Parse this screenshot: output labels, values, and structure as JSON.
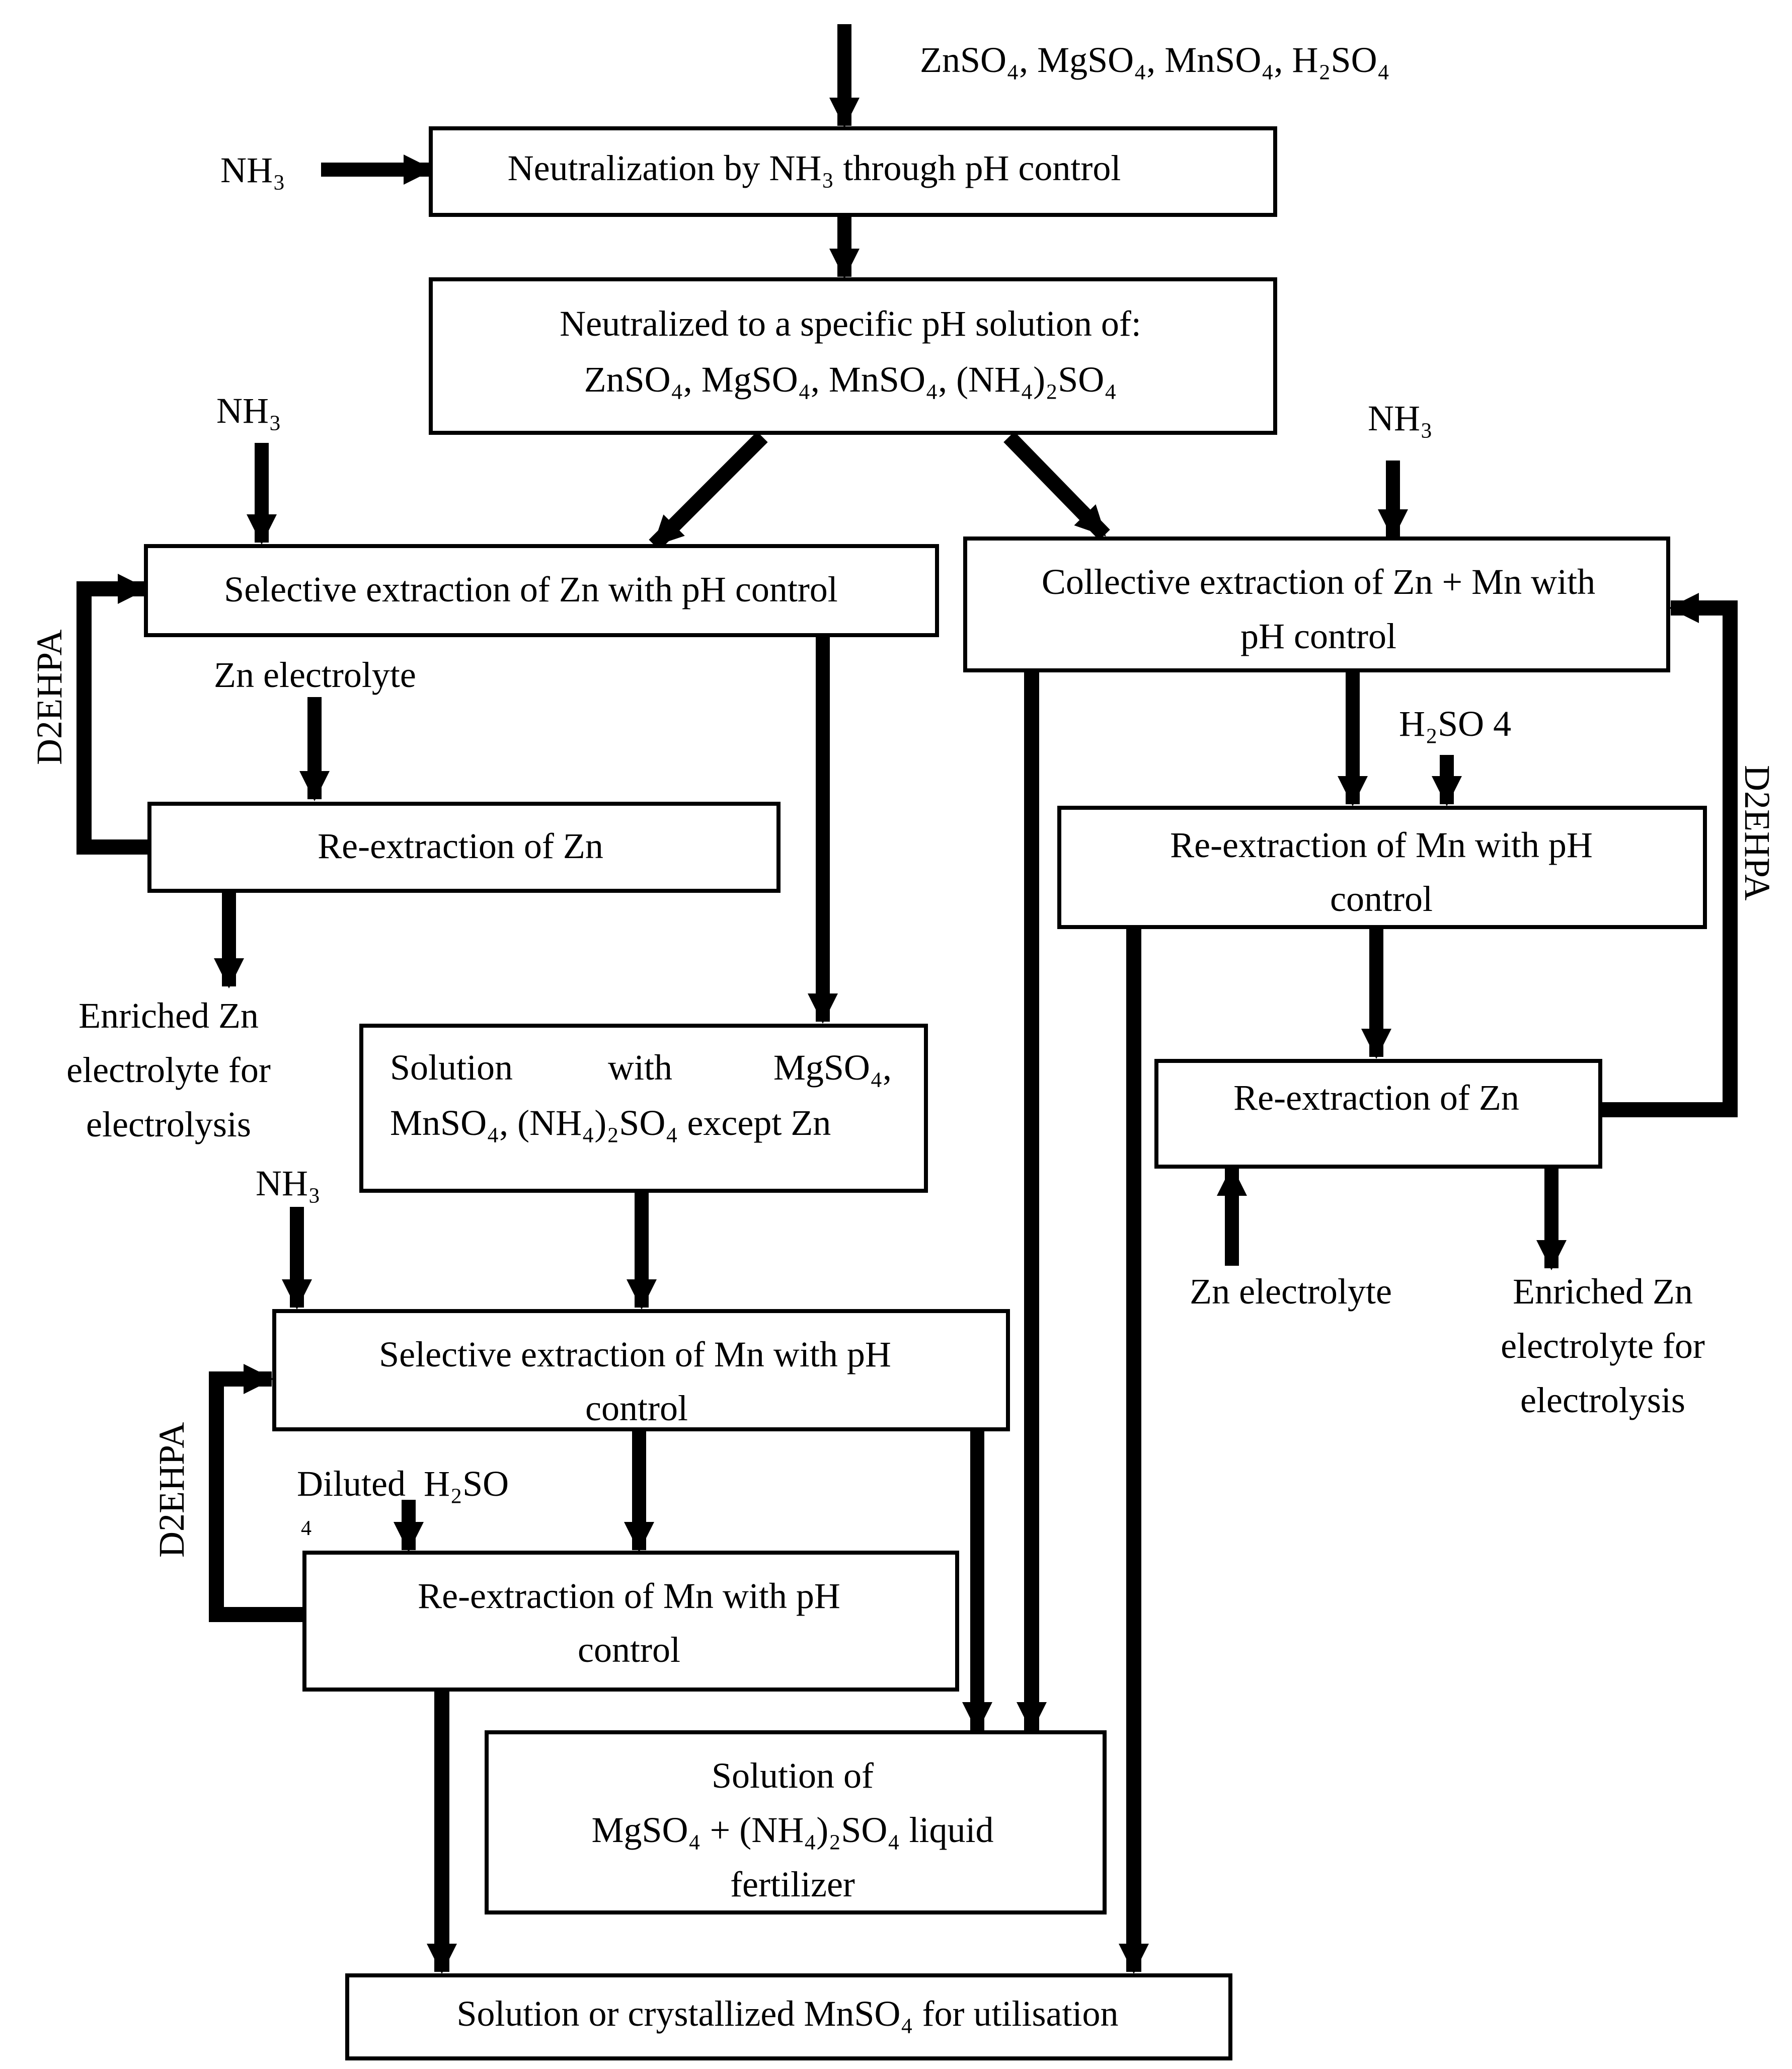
{
  "inputs": {
    "feed": "ZnSO₄, MgSO₄, MnSO₄, H₂SO₄",
    "nh3_top": "NH₃",
    "nh3_left": "NH₃",
    "nh3_right": "NH₃",
    "nh3_mn": "NH₃",
    "zn_electrolyte_left": "Zn electrolyte",
    "zn_electrolyte_right": "Zn electrolyte",
    "h2so4_right": "H₂SO 4",
    "diluted_h2so4": "Diluted  H₂SO",
    "diluted_sub": "4",
    "d2ehpa_left_top": "D2EHPA",
    "d2ehpa_left_bottom": "D2EHPA",
    "d2ehpa_right": "D2EHPA"
  },
  "boxes": {
    "neutralization": "Neutralization by NH₃ through pH control",
    "neutralized_line1": "Neutralized to a specific pH solution of:",
    "neutralized_line2": "ZnSO₄, MgSO₄, MnSO₄, (NH₄)₂SO₄",
    "selective_zn": "Selective extraction of Zn with pH control",
    "reextraction_zn_left": "Re-extraction of Zn",
    "solution_except_line1_a": "Solution",
    "solution_except_line1_b": "with",
    "solution_except_line1_c": "MgSO₄,",
    "solution_except_line2": "MnSO₄, (NH₄)₂SO₄ except Zn",
    "selective_mn_line1": "Selective extraction of Mn with pH",
    "selective_mn_line2": "control",
    "reextraction_mn_left_line1": "Re-extraction of Mn with pH",
    "reextraction_mn_left_line2": "control",
    "collective_line1": "Collective extraction of Zn + Mn with",
    "collective_line2": "pH control",
    "reextraction_mn_right_line1": "Re-extraction of Mn with pH",
    "reextraction_mn_right_line2": "control",
    "reextraction_zn_right": "Re-extraction of Zn",
    "fertilizer_line1": "Solution of",
    "fertilizer_line2": "MgSO₄ + (NH₄)₂SO₄ liquid",
    "fertilizer_line3": "fertilizer",
    "final": "Solution or crystallized MnSO₄ for utilisation"
  },
  "outputs": {
    "enriched_left_line1": "Enriched Zn",
    "enriched_left_line2": "electrolyte for",
    "enriched_left_line3": "electrolysis",
    "enriched_right_line1": "Enriched Zn",
    "enriched_right_line2": "electrolyte for",
    "enriched_right_line3": "electrolysis"
  }
}
